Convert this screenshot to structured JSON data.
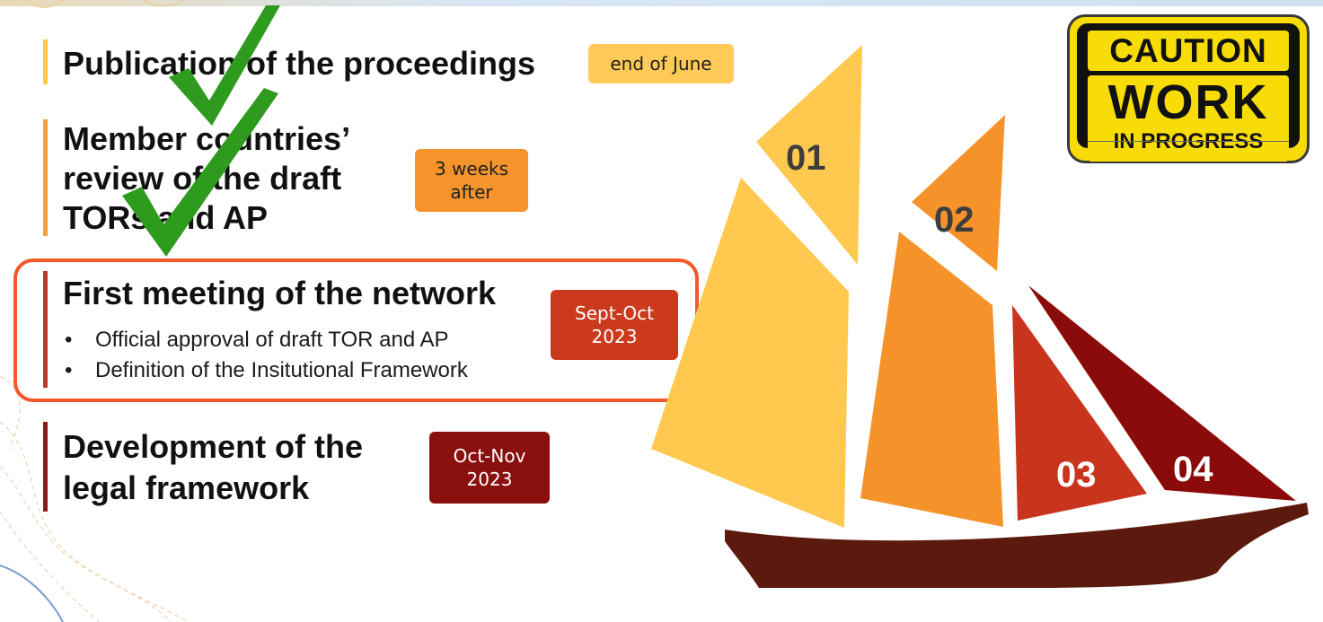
{
  "items": [
    {
      "title_lines": [
        "Publication of the proceedings"
      ],
      "badge_lines": [
        "end of June"
      ],
      "bar_color": "#ffc845",
      "badge_color": "#ffca57",
      "badge_text_color": "#222222",
      "checked": true
    },
    {
      "title_lines": [
        "Member countries’",
        "review of the draft",
        "TORs and AP"
      ],
      "badge_lines": [
        "3 weeks",
        "after"
      ],
      "bar_color": "#f4a13b",
      "badge_color": "#f4942a",
      "badge_text_color": "#222222",
      "checked": true
    },
    {
      "title_lines": [
        "First meeting of the network"
      ],
      "bullets": [
        "Official approval of draft TOR and AP",
        "Definition of the Insitutional Framework"
      ],
      "badge_lines": [
        "Sept-Oct",
        "2023"
      ],
      "bar_color": "#c0392b",
      "badge_color": "#cc3a1e",
      "badge_text_color": "#ffffff",
      "highlighted": true
    },
    {
      "title_lines": [
        "Development of the",
        "legal framework"
      ],
      "badge_lines": [
        "Oct-Nov",
        "2023"
      ],
      "bar_color": "#8b1a1a",
      "badge_color": "#8a0f0f",
      "badge_text_color": "#ffffff"
    }
  ],
  "boat": {
    "sails": [
      {
        "number": "01",
        "color": "#ffc94f",
        "number_color": "#3d3d3d"
      },
      {
        "number": "02",
        "color": "#f5922a",
        "number_color": "#3d3d3d"
      },
      {
        "number": "03",
        "color": "#c9341c",
        "number_color": "#ffffff"
      },
      {
        "number": "04",
        "color": "#8b0a0a",
        "number_color": "#ffffff"
      }
    ],
    "hull_color": "#5c1a0e"
  },
  "caution_sign": {
    "top": "CAUTION",
    "middle": "WORK",
    "bottom": "IN PROGRESS",
    "sign_color": "#f7dc08"
  },
  "checkmark_color": "#2e9b1f",
  "highlight_color": "#f4582a"
}
